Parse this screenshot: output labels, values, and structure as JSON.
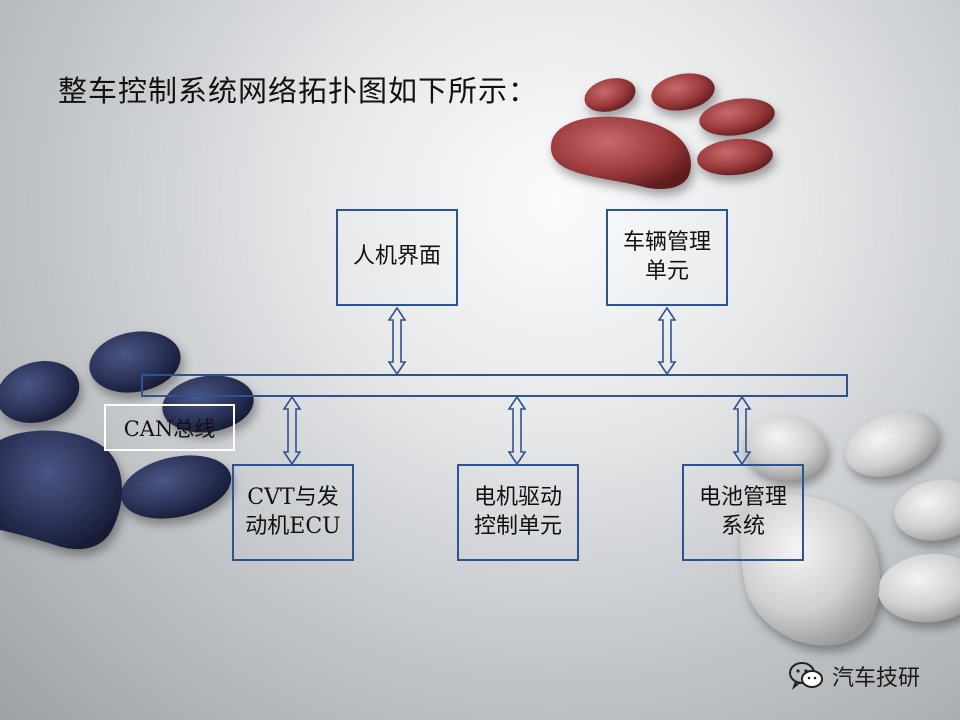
{
  "title": "整车控制系统网络拓扑图如下所示：",
  "nodes": {
    "hmi": "人机界面",
    "vehicle_mgmt": "车辆管理\n单元",
    "cvt_engine": "CVT与发\n动机ECU",
    "motor_drive": "电机驱动\n控制单元",
    "battery_mgmt": "电池管理\n系统"
  },
  "bus_label": "CAN总线",
  "watermark": {
    "icon": "wechat-icon",
    "text": "汽车技研"
  },
  "colors": {
    "box_border": "#2f5390",
    "paw_red": "#9b3a3c",
    "paw_navy": "#2b3358",
    "paw_silver": "#d8d8d8"
  }
}
